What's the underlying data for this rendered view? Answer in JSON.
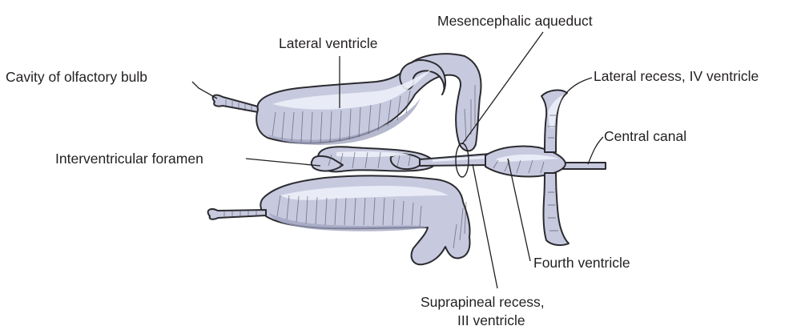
{
  "diagram": {
    "labels": {
      "mesencephalic_aqueduct": "Mesencephalic aqueduct",
      "lateral_ventricle": "Lateral ventricle",
      "cavity_olfactory_bulb": "Cavity of olfactory bulb",
      "lateral_recess": "Lateral recess, IV ventricle",
      "central_canal": "Central canal",
      "interventricular_foramen": "Interventricular foramen",
      "fourth_ventricle": "Fourth ventricle",
      "suprapineal_line1": "Suprapineal recess,",
      "suprapineal_line2": "III ventricle"
    },
    "colors": {
      "ventricle_fill": "#c7c9df",
      "outline": "#2b2b30",
      "text": "#231f20"
    }
  }
}
